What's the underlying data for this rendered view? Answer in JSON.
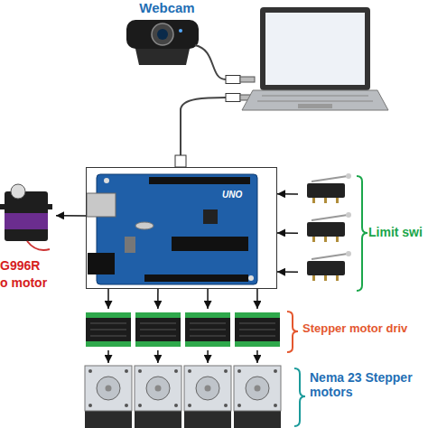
{
  "diagram": {
    "nodes": [
      {
        "text": [
          "Webcam"
        ]
      },
      {
        "text": [
          "UNO"
        ]
      },
      {
        "text": [
          "G996R",
          "o motor"
        ]
      },
      {
        "text": [
          "Limit swi"
        ]
      },
      {
        "text": [
          "Stepper motor driv"
        ]
      },
      {
        "text": [
          "Nema 23 Stepper motors"
        ]
      }
    ],
    "edges": [
      {
        "from": 1,
        "to": 2,
        "arrow": "to"
      },
      {
        "from": 3,
        "to": 1,
        "arrow": "to"
      },
      {
        "from": 3,
        "to": 1,
        "arrow": "to"
      },
      {
        "from": 3,
        "to": 1,
        "arrow": "to"
      },
      {
        "from": 1,
        "to": 4,
        "arrow": "to"
      },
      {
        "from": 1,
        "to": 4,
        "arrow": "to"
      },
      {
        "from": 1,
        "to": 4,
        "arrow": "to"
      },
      {
        "from": 1,
        "to": 4,
        "arrow": "to"
      },
      {
        "from": 4,
        "to": 5,
        "arrow": "to"
      },
      {
        "from": 4,
        "to": 5,
        "arrow": "to"
      },
      {
        "from": 4,
        "to": 5,
        "arrow": "to"
      },
      {
        "from": 4,
        "to": 5,
        "arrow": "to"
      }
    ]
  }
}
